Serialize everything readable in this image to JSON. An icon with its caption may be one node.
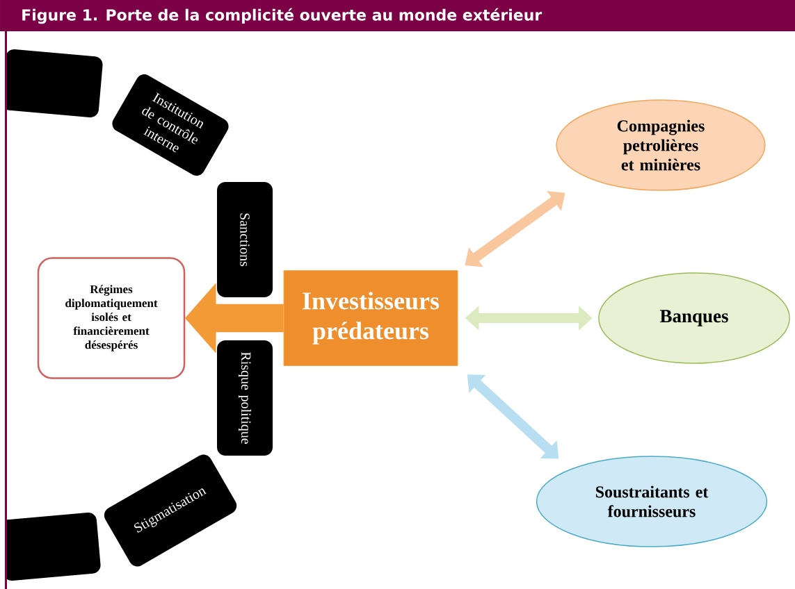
{
  "diagram": {
    "title": "Figure 1. Porte de la complicité ouverte au monde extérieur",
    "nodes": [
      {
        "text": [],
        "shape": "box"
      },
      {
        "text": [
          "Institution de contrôle interne"
        ]
      },
      {
        "text": [
          "Sanctions"
        ]
      },
      {
        "text": [
          "Régimes diplomatiquement isolés et financièrement désespérés"
        ]
      },
      {
        "text": [
          "Investisseurs prédateurs"
        ]
      },
      {
        "text": [
          "Compagnies petrolières et minières"
        ]
      },
      {
        "text": [
          "Banques"
        ]
      },
      {
        "text": [
          "Risque politique"
        ]
      },
      {
        "text": [
          "Soustraitants et fournisseurs"
        ]
      },
      {
        "text": [
          "Stigmatisation"
        ]
      },
      {
        "text": [],
        "shape": "box"
      }
    ],
    "edges": [
      {
        "from": 4,
        "to": 3,
        "arrow": "to",
        "style": "thick",
        "color": "#f19a36"
      },
      {
        "from": 4,
        "to": 5,
        "arrow": "both",
        "color": "#f9c79e"
      },
      {
        "from": 4,
        "to": 6,
        "arrow": "both",
        "color": "#dcebbf"
      },
      {
        "from": 4,
        "to": 8,
        "arrow": "both",
        "color": "#b7def1"
      }
    ]
  }
}
